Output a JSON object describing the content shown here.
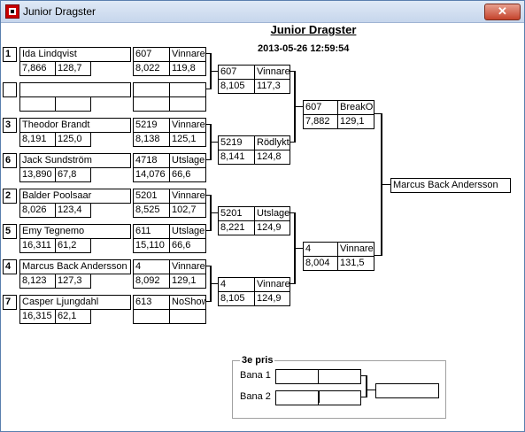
{
  "window": {
    "title": "Junior Dragster",
    "close_label": "✕"
  },
  "header": {
    "title": "Junior Dragster",
    "datetime": "2013-05-26 12:59:54"
  },
  "round1": [
    {
      "seed": "1",
      "name": "Ida Lindqvist",
      "et": "7,866",
      "speed": "128,7",
      "res_num": "607",
      "res_status": "Vinnare",
      "res_et": "8,022",
      "res_speed": "119,8"
    },
    {
      "seed": "",
      "name": "",
      "et": "",
      "speed": "",
      "res_num": "",
      "res_status": "",
      "res_et": "",
      "res_speed": ""
    },
    {
      "seed": "3",
      "name": "Theodor Brandt",
      "et": "8,191",
      "speed": "125,0",
      "res_num": "5219",
      "res_status": "Vinnare",
      "res_et": "8,138",
      "res_speed": "125,1"
    },
    {
      "seed": "6",
      "name": "Jack Sundström",
      "et": "13,890",
      "speed": "67,8",
      "res_num": "4718",
      "res_status": "Utslagen",
      "res_et": "14,076",
      "res_speed": "66,6"
    },
    {
      "seed": "2",
      "name": "Balder Poolsaar",
      "et": "8,026",
      "speed": "123,4",
      "res_num": "5201",
      "res_status": "Vinnare",
      "res_et": "8,525",
      "res_speed": "102,7"
    },
    {
      "seed": "5",
      "name": "Emy Tegnemo",
      "et": "16,311",
      "speed": "61,2",
      "res_num": "611",
      "res_status": "Utslagen",
      "res_et": "15,110",
      "res_speed": "66,6"
    },
    {
      "seed": "4",
      "name": "Marcus Back Andersson",
      "et": "8,123",
      "speed": "127,3",
      "res_num": "4",
      "res_status": "Vinnare",
      "res_et": "8,092",
      "res_speed": "129,1"
    },
    {
      "seed": "7",
      "name": "Casper Ljungdahl",
      "et": "16,315",
      "speed": "62,1",
      "res_num": "613",
      "res_status": "NoShow",
      "res_et": "",
      "res_speed": ""
    }
  ],
  "round2": [
    {
      "num": "607",
      "status": "Vinnare",
      "et": "8,105",
      "speed": "117,3"
    },
    {
      "num": "5219",
      "status": "Rödlykta",
      "et": "8,141",
      "speed": "124,8"
    },
    {
      "num": "5201",
      "status": "Utslagen",
      "et": "8,221",
      "speed": "124,9"
    },
    {
      "num": "4",
      "status": "Vinnare",
      "et": "8,105",
      "speed": "124,9"
    }
  ],
  "semis": [
    {
      "num": "607",
      "status": "BreakOut",
      "et": "7,882",
      "speed": "129,1"
    },
    {
      "num": "4",
      "status": "Vinnare",
      "et": "8,004",
      "speed": "131,5"
    }
  ],
  "winner": "Marcus Back Andersson",
  "third_place": {
    "title": "3e pris",
    "lane1": {
      "label": "Bana 1",
      "left": "",
      "right": ""
    },
    "lane2": {
      "label": "Bana 2",
      "left": "",
      "right": ""
    },
    "result": ""
  }
}
